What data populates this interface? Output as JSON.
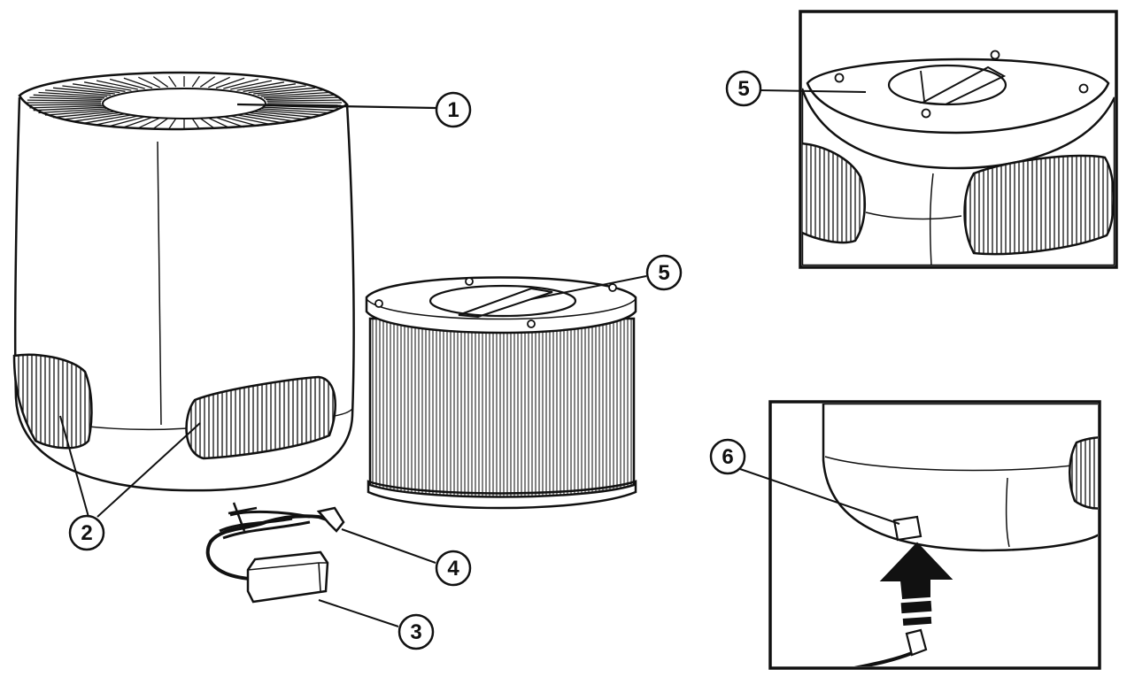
{
  "colors": {
    "line": "#111111",
    "background": "#ffffff",
    "detail_fill": "#f4f4f4"
  },
  "callouts": {
    "c1": "1",
    "c2": "2",
    "c3": "3",
    "c4": "4",
    "c5_main": "5",
    "c5_inset": "5",
    "c6": "6"
  },
  "icons": {
    "arrow": "up-arrow-icon"
  }
}
